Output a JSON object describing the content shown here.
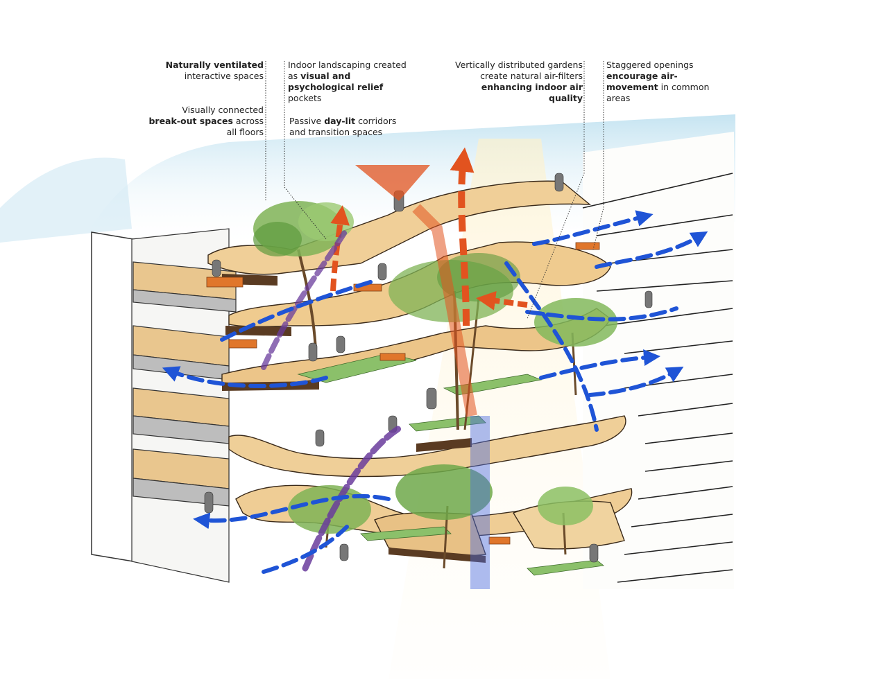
{
  "annotations": [
    {
      "id": "ventilated",
      "parts": [
        {
          "text": "Naturally ventilated",
          "bold": true
        },
        {
          "text": " interactive spaces",
          "bold": false
        }
      ]
    },
    {
      "id": "breakout",
      "parts": [
        {
          "text": "Visually connected ",
          "bold": false
        },
        {
          "text": "break-out spaces",
          "bold": true
        },
        {
          "text": " across all floors",
          "bold": false
        }
      ]
    },
    {
      "id": "landscaping",
      "parts": [
        {
          "text": "Indoor landscaping created as ",
          "bold": false
        },
        {
          "text": "visual and psychological relief",
          "bold": true
        },
        {
          "text": " pockets",
          "bold": false
        }
      ]
    },
    {
      "id": "daylit",
      "parts": [
        {
          "text": "Passive ",
          "bold": false
        },
        {
          "text": "day-lit",
          "bold": true
        },
        {
          "text": " corridors and transition spaces",
          "bold": false
        }
      ]
    },
    {
      "id": "gardens",
      "parts": [
        {
          "text": "Vertically distributed gardens create natural air-filters ",
          "bold": false
        },
        {
          "text": "enhancing indoor air quality",
          "bold": true
        }
      ]
    },
    {
      "id": "openings",
      "parts": [
        {
          "text": "Staggered openings ",
          "bold": false
        },
        {
          "text": "encourage air-movement",
          "bold": true
        },
        {
          "text": " in common areas",
          "bold": false
        }
      ]
    }
  ],
  "colors": {
    "airflow": "#1f54d6",
    "heat": "#e2531f",
    "mixed": "#6a3c9c",
    "slab": "#eec98e",
    "foliage": "#7fb356",
    "sky": "#c9e6f2"
  }
}
